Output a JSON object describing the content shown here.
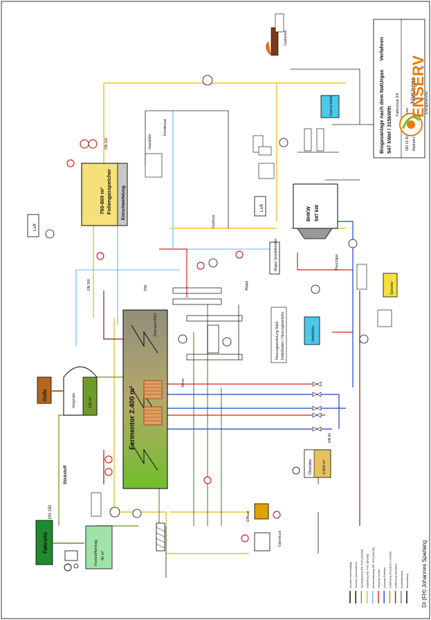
{
  "title_block": {
    "title_line1": "Biogasanlage nach dem NatUrgas",
    "title_line2": "Verfahren",
    "title_power": "547 kWel / 315kWth",
    "address_1": "Fakturová 3/4",
    "address_2": "Nádražní č. 1",
    "address_3": "683 01 Rousínov u Vyškova",
    "logo_small": "NatUrgas",
    "brand": "ENSERV",
    "brand_sub": "Energieservice"
  },
  "author": "DI (FH) Johannes Sparlang",
  "tanks": {
    "fermenter": "Fermentor 2.400 m³",
    "fermenter_inner": "Rührwerk RW1",
    "gas_storage": "750-800 m³",
    "gas_storage_sub": "Foliengasspeicher",
    "desulph": "Entschwefelung",
    "pre_pit": "Vorgrube",
    "pre_pit_vol": "120 m³",
    "fahrsilo": "Fahrsilo",
    "guelle": "Gülle",
    "solid_feed": "Feststoffeintrag",
    "solid_feed_vol": "40 m³",
    "chp": "BHKW",
    "chp_kw": "547 kW",
    "emergency_cooler": "Notkühler",
    "cooler": "Gasnot kühler",
    "luft_1": "Luft",
    "luft_2": "Luft",
    "heat_dist": "Heizungsverteilung Stahl",
    "heat_dist_sub": "Dattelboden / Heizungsverteiler",
    "oil_tank": "Ölbehälter",
    "oil_vol": "4.800 m³",
    "flare": "Gasfackel",
    "pressure": "Überdruck",
    "heating_storage": "Speicher",
    "effluent": "Effluat"
  },
  "labels": {
    "stirrer": "Stirrer",
    "stickstoff": "Stickstoff",
    "abgas": "Abgas",
    "abgas_sound": "Abgas Schalldämpfer",
    "rauchgas": "Rauchgas",
    "gasfluss": "Gasfluss",
    "dn100": "DN 100",
    "dn150": "DN 150",
    "dn200": "DN 200",
    "dn80": "DN 80",
    "zaehler": "Gaszähler",
    "kondensat": "Kondensat",
    "rw": "RW"
  },
  "legend": [
    {
      "label": "Schieber (hand betätigt)",
      "color": "#000000"
    },
    {
      "label": "Schieber (pneumatisch)",
      "color": "#000000"
    },
    {
      "label": "Substratleitung (PE, PVC) [DN150]",
      "color": "#6b8e23"
    },
    {
      "label": "Gasleitung (PE, PVC) [DN100]",
      "color": "#e6b800"
    },
    {
      "label": "Kondensatleitung (PE, PVC) [DN 50]",
      "color": "#5cb8ff"
    },
    {
      "label": "Heizungs Vorlauf",
      "color": "#d42020"
    },
    {
      "label": "Heizungs Rücklauf",
      "color": "#1e3cc8"
    },
    {
      "label": "Notkühlung (Rückstrom) (Vorlauf)",
      "color": "#ff6600"
    },
    {
      "label": "Notkühlung (Rücklauf)",
      "color": "#9b1c1c"
    },
    {
      "label": "Druckluftleitung",
      "color": "#7a7a7a"
    },
    {
      "label": "Steuerleitung",
      "color": "#000000"
    }
  ],
  "colors": {
    "gas": "#e6b800",
    "substrate": "#6b8e23",
    "heat_supply": "#d42020",
    "heat_return": "#1e3cc8",
    "condensate": "#5cb8ff",
    "cooling": "#8b1a1a",
    "brand_orange": "#f07800",
    "brand_dark": "#1a1a1a",
    "fermenter_top": "#c9a83a",
    "fermenter_bottom": "#6fbf2c",
    "silo_green": "#1f8a2e",
    "guelle_brown": "#b5671f",
    "gas_store_fill": "#f5e07a",
    "chp_fill": "#ffffff",
    "cooler_fill": "#4cc9e8",
    "oil_fill": "#e8c060"
  }
}
